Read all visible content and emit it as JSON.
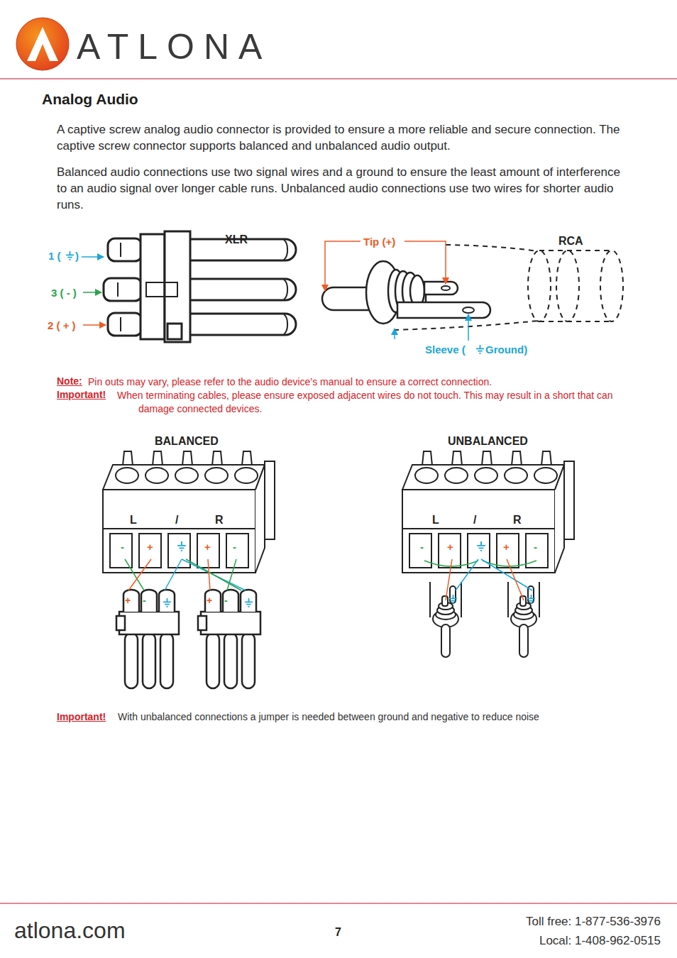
{
  "diagram": {
    "title": "Analog Audio",
    "labels": [
      "ATLONA",
      "A captive screw analog audio connector is provided to ensure a more reliable and secure connection. The captive screw connector supports balanced and unbalanced audio output.",
      "Balanced audio connections use two signal wires and a ground to ensure the least amount of interference to an audio signal over longer cable runs. Unbalanced audio connections use two wires for shorter audio runs.",
      "XLR",
      "1 (",
      ")",
      "3 ( - )",
      "2 ( + )",
      "Tip (+)",
      "RCA",
      "Sleeve (",
      "Ground)",
      "Note:",
      "Pin outs may vary, please refer to the audio device’s manual to ensure a correct connection.",
      "Important!",
      "When terminating cables, please ensure exposed adjacent wires do not touch. This may result in a short that can damage connected devices.",
      "BALANCED",
      "UNBALANCED",
      "L",
      "/",
      "R",
      "-",
      "+",
      "+",
      "-",
      "+",
      "-",
      "+",
      "-",
      "L",
      "/",
      "R",
      "-",
      "+",
      "+",
      "-",
      "Important!",
      "With unbalanced connections a jumper is needed between ground and negative to reduce noise",
      "atlona.com",
      "7",
      "Toll free: 1-877-536-3976",
      "Local: 1-408-962-0515"
    ]
  }
}
